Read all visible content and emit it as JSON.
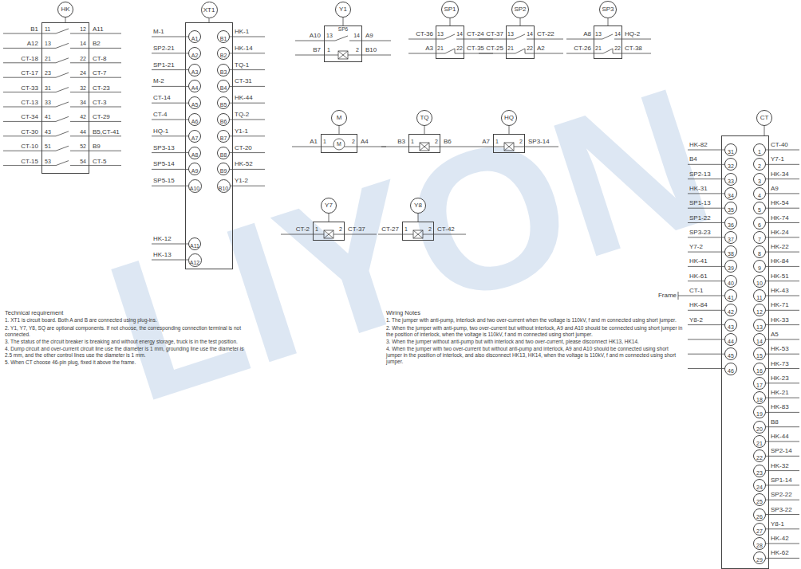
{
  "diagram": {
    "nodes": [
      {
        "text": [
          "HK"
        ]
      },
      {
        "text": [
          "XT1"
        ]
      },
      {
        "text": [
          "A1"
        ],
        "in": 1
      },
      {
        "text": [
          "A2"
        ],
        "in": 1
      },
      {
        "text": [
          "A3"
        ],
        "in": 1
      },
      {
        "text": [
          "A4"
        ],
        "in": 1
      },
      {
        "text": [
          "A5"
        ],
        "in": 1
      },
      {
        "text": [
          "A6"
        ],
        "in": 1
      },
      {
        "text": [
          "A7"
        ],
        "in": 1
      },
      {
        "text": [
          "A8"
        ],
        "in": 1
      },
      {
        "text": [
          "A9"
        ],
        "in": 1
      },
      {
        "text": [
          "A10"
        ],
        "in": 1
      },
      {
        "text": [
          "A11"
        ],
        "in": 1
      },
      {
        "text": [
          "A12"
        ],
        "in": 1
      },
      {
        "text": [
          "B1"
        ],
        "in": 1
      },
      {
        "text": [
          "B2"
        ],
        "in": 1
      },
      {
        "text": [
          "B3"
        ],
        "in": 1
      },
      {
        "text": [
          "B4"
        ],
        "in": 1
      },
      {
        "text": [
          "B5"
        ],
        "in": 1
      },
      {
        "text": [
          "B6"
        ],
        "in": 1
      },
      {
        "text": [
          "B7"
        ],
        "in": 1
      },
      {
        "text": [
          "B8"
        ],
        "in": 1
      },
      {
        "text": [
          "B9"
        ],
        "in": 1
      },
      {
        "text": [
          "B10"
        ],
        "in": 1
      },
      {
        "text": [
          "Y1"
        ]
      },
      {
        "text": [
          "SP1"
        ]
      },
      {
        "text": [
          "SP2"
        ]
      },
      {
        "text": [
          "SP3"
        ]
      },
      {
        "text": [
          "M"
        ]
      },
      {
        "text": [
          "TQ"
        ]
      },
      {
        "text": [
          "HQ"
        ]
      },
      {
        "text": [
          "Y7"
        ]
      },
      {
        "text": [
          "Y8"
        ]
      },
      {
        "text": [
          "CT"
        ]
      },
      {
        "text": [
          "31"
        ],
        "in": 33
      },
      {
        "text": [
          "32"
        ],
        "in": 33
      },
      {
        "text": [
          "33"
        ],
        "in": 33
      },
      {
        "text": [
          "34"
        ],
        "in": 33
      },
      {
        "text": [
          "35"
        ],
        "in": 33
      },
      {
        "text": [
          "36"
        ],
        "in": 33
      },
      {
        "text": [
          "37"
        ],
        "in": 33
      },
      {
        "text": [
          "38"
        ],
        "in": 33
      },
      {
        "text": [
          "39"
        ],
        "in": 33
      },
      {
        "text": [
          "40"
        ],
        "in": 33
      },
      {
        "text": [
          "41"
        ],
        "in": 33
      },
      {
        "text": [
          "42"
        ],
        "in": 33
      },
      {
        "text": [
          "43"
        ],
        "in": 33
      },
      {
        "text": [
          "44"
        ],
        "in": 33
      },
      {
        "text": [
          "45"
        ],
        "in": 33
      },
      {
        "text": [
          "46"
        ],
        "in": 33
      },
      {
        "text": [
          "1"
        ],
        "in": 33
      },
      {
        "text": [
          "2"
        ],
        "in": 33
      },
      {
        "text": [
          "3"
        ],
        "in": 33
      },
      {
        "text": [
          "4"
        ],
        "in": 33
      },
      {
        "text": [
          "5"
        ],
        "in": 33
      },
      {
        "text": [
          "6"
        ],
        "in": 33
      },
      {
        "text": [
          "7"
        ],
        "in": 33
      },
      {
        "text": [
          "8"
        ],
        "in": 33
      },
      {
        "text": [
          "9"
        ],
        "in": 33
      },
      {
        "text": [
          "10"
        ],
        "in": 33
      },
      {
        "text": [
          "11"
        ],
        "in": 33
      },
      {
        "text": [
          "12"
        ],
        "in": 33
      },
      {
        "text": [
          "13"
        ],
        "in": 33
      },
      {
        "text": [
          "14"
        ],
        "in": 33
      },
      {
        "text": [
          "15"
        ],
        "in": 33
      },
      {
        "text": [
          "16"
        ],
        "in": 33
      },
      {
        "text": [
          "17"
        ],
        "in": 33
      },
      {
        "text": [
          "18"
        ],
        "in": 33
      },
      {
        "text": [
          "19"
        ],
        "in": 33
      },
      {
        "text": [
          "20"
        ],
        "in": 33
      },
      {
        "text": [
          "21"
        ],
        "in": 33
      },
      {
        "text": [
          "22"
        ],
        "in": 33
      },
      {
        "text": [
          "23"
        ],
        "in": 33
      },
      {
        "text": [
          "24"
        ],
        "in": 33
      },
      {
        "text": [
          "25"
        ],
        "in": 33
      },
      {
        "text": [
          "26"
        ],
        "in": 33
      },
      {
        "text": [
          "27"
        ],
        "in": 33
      },
      {
        "text": [
          "28"
        ],
        "in": 33
      },
      {
        "text": [
          "29"
        ],
        "in": 33
      }
    ],
    "labels": [
      "B1",
      "A12",
      "CT-18",
      "CT-17",
      "CT-33",
      "CT-13",
      "CT-34",
      "CT-30",
      "CT-10",
      "CT-15",
      "11",
      "12",
      "13",
      "14",
      "21",
      "22",
      "23",
      "24",
      "31",
      "32",
      "33",
      "34",
      "41",
      "42",
      "43",
      "44",
      "51",
      "52",
      "53",
      "54",
      "A11",
      "B2",
      "CT-8",
      "CT-7",
      "CT-23",
      "CT-3",
      "CT-29",
      "B5,CT-41",
      "B9",
      "CT-5",
      "M-1",
      "SP2-21",
      "SP1-21",
      "M-2",
      "CT-14",
      "CT-4",
      "HQ-1",
      "SP3-13",
      "SP5-14",
      "SP5-15",
      "HK-12",
      "HK-13",
      "HK-1",
      "HK-14",
      "TQ-1",
      "CT-31",
      "HK-44",
      "TQ-2",
      "Y1-1",
      "CT-20",
      "HK-52",
      "Y1-2",
      "A10",
      "B7",
      "A9",
      "B10",
      "13",
      "SP6",
      "14",
      "1",
      "2",
      "CT-36",
      "A3",
      "CT-24",
      "CT-35",
      "13",
      "14",
      "21",
      "22",
      "CT-37",
      "CT-25",
      "CT-22",
      "A2",
      "13",
      "14",
      "21",
      "22",
      "A8",
      "CT-26",
      "HQ-2",
      "CT-38",
      "13",
      "14",
      "21",
      "22",
      "A1",
      "A4",
      "1",
      "M",
      "2",
      "B3",
      "B6",
      "1",
      "2",
      "A7",
      "SP3-14",
      "1",
      "2",
      "CT-2",
      "CT-37",
      "1",
      "2",
      "CT-27",
      "CT-42",
      "1",
      "2",
      "HK-82",
      "B4",
      "SP2-13",
      "HK-31",
      "SP1-13",
      "SP1-22",
      "SP3-23",
      "Y7-2",
      "HK-41",
      "HK-61",
      "CT-1",
      "HK-84",
      "Y8-2",
      "CT-40",
      "Y7-1",
      "HK-34",
      "A9",
      "HK-54",
      "HK-74",
      "HK-24",
      "HK-22",
      "HK-84",
      "HK-51",
      "HK-43",
      "HK-71",
      "HK-33",
      "A5",
      "HK-53",
      "HK-73",
      "HK-23",
      "HK-21",
      "HK-83",
      "B8",
      "HK-44",
      "SP2-14",
      "HK-32",
      "SP1-14",
      "SP2-22",
      "SP3-22",
      "Y8-1",
      "HK-42",
      "HK-62",
      "Frame",
      "Technical requirement",
      "1. XT1 is circuit board. Both A and B are connected using plug-ins.",
      "2. Y1, Y7, Y8, SQ are optional components. If not choose, the corresponding connection terminal is not connected.",
      "3. The status of the circuit breaker is breaking and without energy storage, truck is in the test position.",
      "4. Dump circuit and over-current circuit line use the diameter is 1 mm, grounding line use the diameter is 2.5 mm, and the other control lines use the diameter is 1 mm.",
      "5. When CT choose 46-pin plug, fixed it above the frame.",
      "Wiring Notes",
      "1. The jumper with anti-pump, interlock and two over-current when the voltage is 110kV, f and m connected using short jumper.",
      "2. When the jumper with anti-pump, two over-current but without interlock, A9 and A10 should be connected using short jumper in the position of interlock, when the voltage is 110kV, f and m connected using short jumper.",
      "3. When the jumper without anti-pump but with interlock and two over-current, please disconnect HK13, HK14.",
      "4. When the jumper with two over-current but without anti-pump and interlock, A9 and A10 should be connected using short jumper in the position of interlock, and also disconnect HK13, HK14, when the voltage is 110kV, f and m connected using short jumper.",
      "LIYON"
    ]
  }
}
